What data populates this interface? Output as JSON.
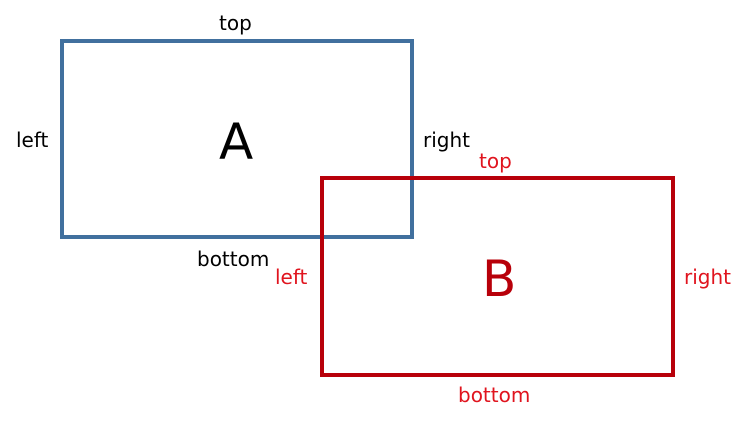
{
  "diagram": {
    "rect_a": {
      "name": "A",
      "color": "#41709e",
      "top": "top",
      "left": "left",
      "right": "right",
      "bottom": "bottom"
    },
    "rect_b": {
      "name": "B",
      "color": "#b8000a",
      "label_color": "#e0141e",
      "top": "top",
      "left": "left",
      "right": "right",
      "bottom": "bottom"
    }
  }
}
